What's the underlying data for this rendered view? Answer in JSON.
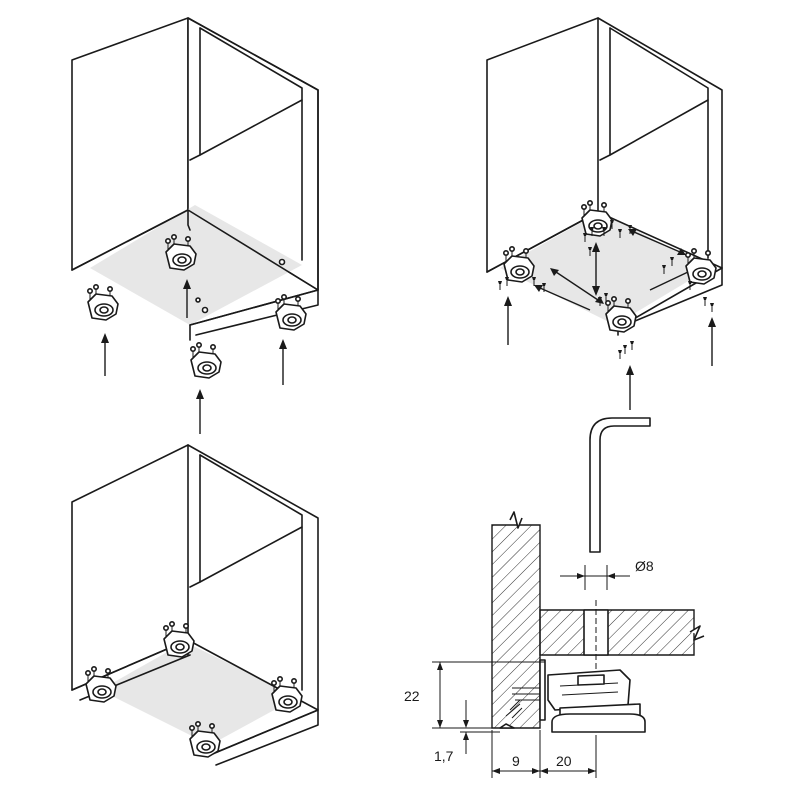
{
  "dimensions": {
    "diameter": "Ø8",
    "height": "22",
    "offset": "1,7",
    "depth_left": "9",
    "depth_right": "20"
  },
  "colors": {
    "line": "#1a1a1a",
    "shade": "#e7e7e7",
    "background": "#ffffff"
  },
  "icons": {
    "tool": "allen-key-icon",
    "fitting": "cabinet-leg-fitting-icon"
  }
}
